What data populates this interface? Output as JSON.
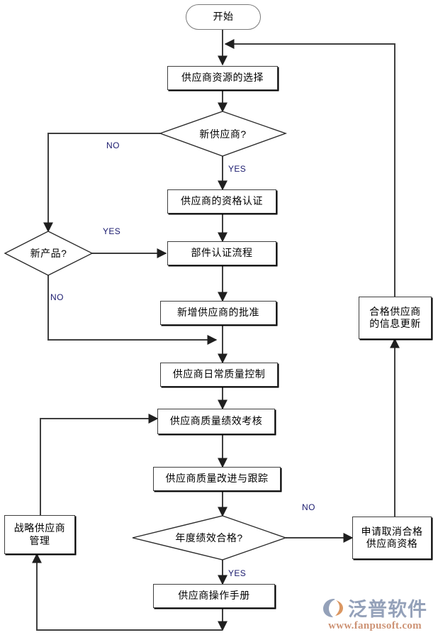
{
  "diagram": {
    "title_nodes": {
      "start": "开始",
      "n1": "供应商资源的选择",
      "d1": "新供应商?",
      "n2": "供应商的资格认证",
      "d2": "新产品?",
      "n3": "部件认证流程",
      "n4": "新增供应商的批准",
      "n5": "供应商日常质量控制",
      "n6": "供应商质量绩效考核",
      "n7": "供应商质量改进与跟踪",
      "d3": "年度绩效合格?",
      "n8": "供应商操作手册",
      "r1_line1": "合格供应商",
      "r1_line2": "的信息更新",
      "r2_line1": "申请取消合格",
      "r2_line2": "供应商资格",
      "l1_line1": "战略供应商",
      "l1_line2": "管理"
    },
    "edge_labels": {
      "d1_no": "NO",
      "d1_yes": "YES",
      "d2_yes": "YES",
      "d2_no": "NO",
      "d3_no": "NO",
      "d3_yes": "YES"
    },
    "colors": {
      "line": "#3f3f3f",
      "box_border": "#3f3f3f",
      "terminator_border": "#7a7a7a",
      "label_text": "#1a1a6e",
      "node_text": "#000000",
      "background": "#ffffff"
    }
  },
  "watermark": {
    "brand": "泛普软件",
    "url": "www.fanpusoft.com",
    "logo_color": "#8c9ab4",
    "accent_color": "#d98f55"
  }
}
